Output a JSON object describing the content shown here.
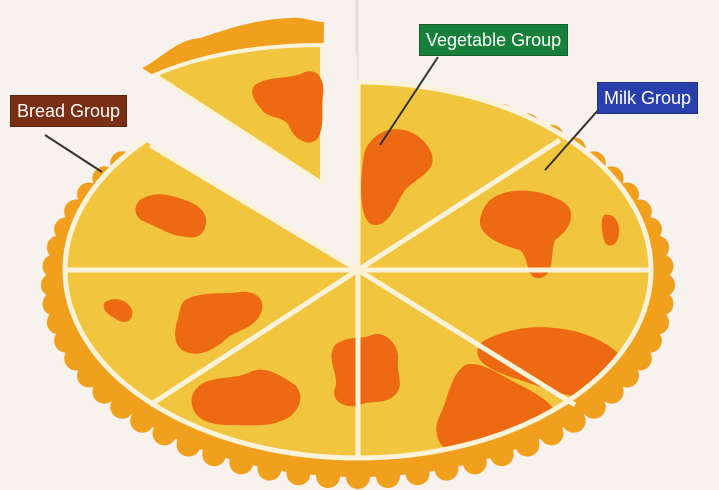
{
  "labels": {
    "bread": "Bread Group",
    "vegetable": "Vegetable Group",
    "milk": "Milk Group"
  },
  "colors": {
    "background": "#f7f2ee",
    "crust": "#f0a01c",
    "cheese": "#f2c53e",
    "cut_lines": "#fbf2da",
    "topping": "#ee6a12",
    "bread_label": "#7a2e12",
    "vegetable_label": "#17803a",
    "milk_label": "#2a3fae",
    "leader_lines": "#333333"
  },
  "icons": [
    "pizza-illustration"
  ]
}
